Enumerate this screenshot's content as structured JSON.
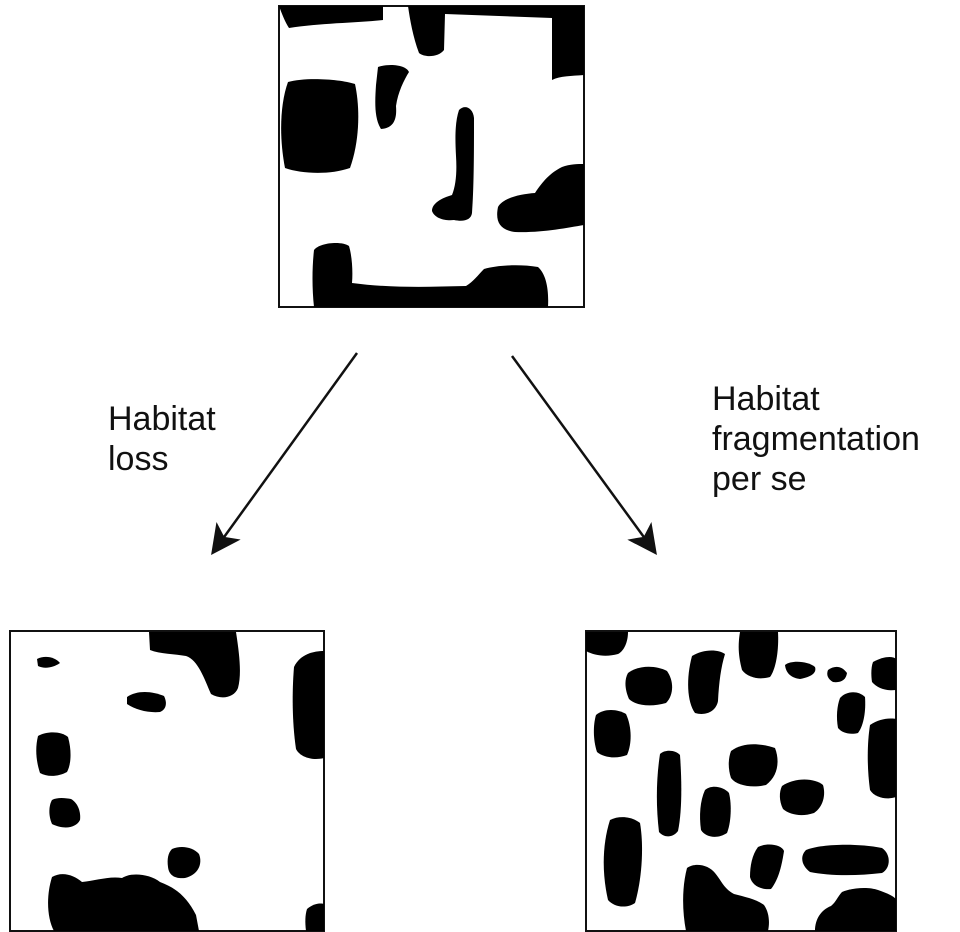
{
  "labels": {
    "habitat_loss": [
      "Habitat",
      "loss"
    ],
    "habitat_fragmentation": [
      "Habitat",
      "fragmentation",
      "per se"
    ]
  },
  "colors": {
    "habitat": "#000000",
    "matrix": "#ffffff",
    "frame": "#111111",
    "arrow": "#111111"
  }
}
